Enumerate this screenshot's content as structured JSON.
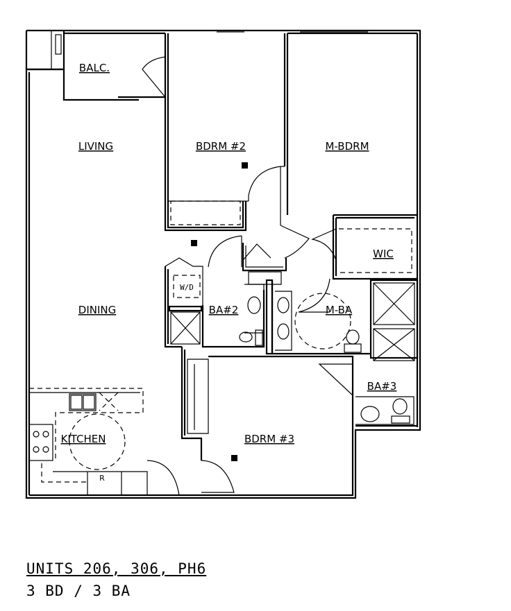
{
  "rooms": {
    "balcony": "BALC.",
    "living": "LIVING",
    "bedroom2": "BDRM #2",
    "master_bedroom": "M-BDRM",
    "walk_in_closet": "WIC",
    "dining": "DINING",
    "bath2": "BA#2",
    "master_bath": "M-BA",
    "kitchen": "KITCHEN",
    "bath3": "BA#3",
    "bedroom3": "BDRM #3"
  },
  "fixtures": {
    "washer_dryer": "W/D",
    "refrigerator": "R"
  },
  "caption": {
    "units": "UNITS 206, 306, PH6",
    "summary": "3 BD / 3 BA"
  }
}
